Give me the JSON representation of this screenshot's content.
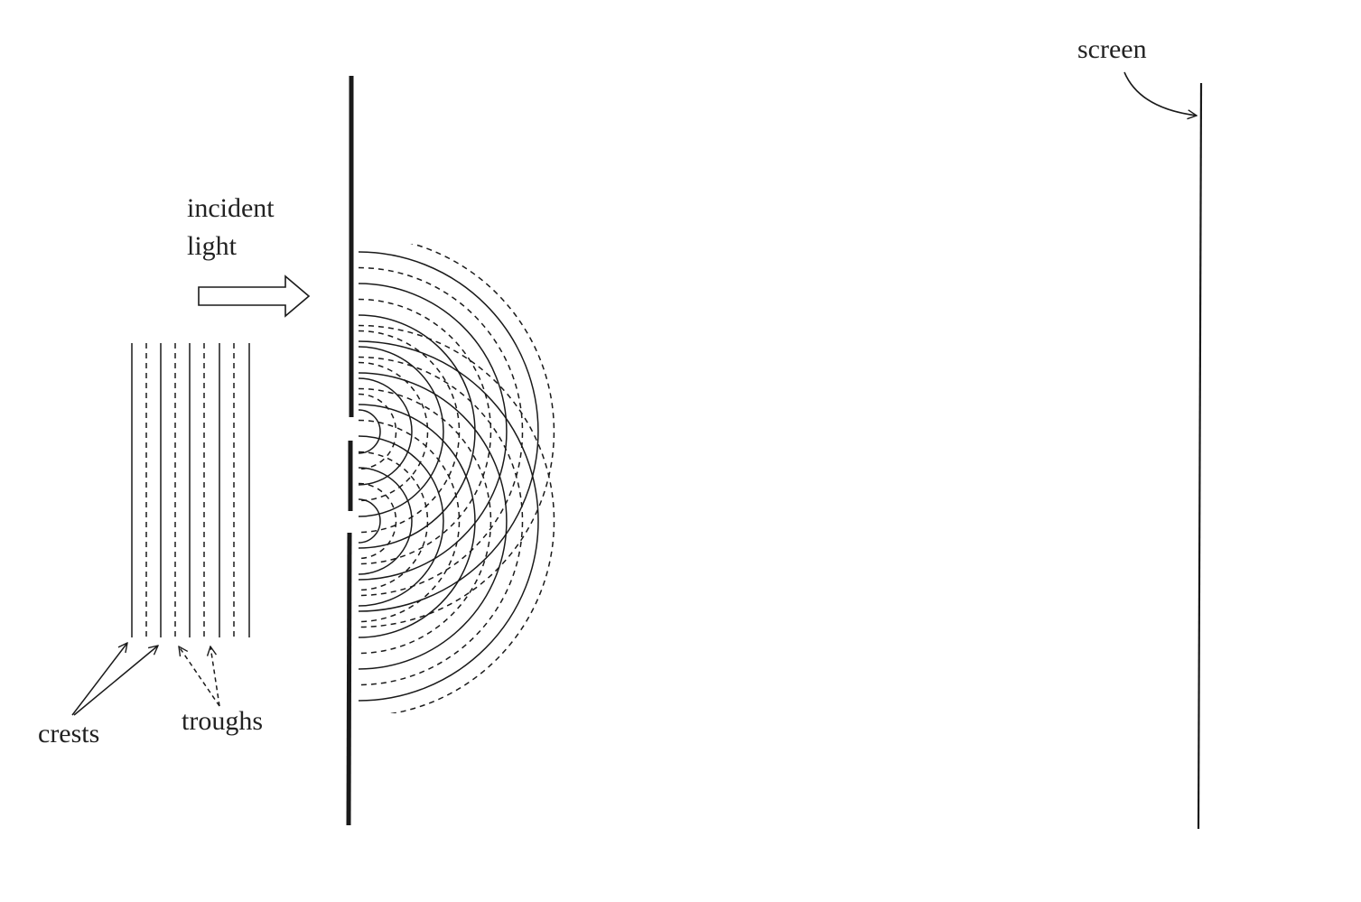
{
  "labels": {
    "screen": "screen",
    "incident_line1": "incident",
    "incident_line2": "light",
    "crests": "crests",
    "troughs": "troughs"
  },
  "colors": {
    "ink": "#1a1a1a",
    "background": "#ffffff"
  }
}
